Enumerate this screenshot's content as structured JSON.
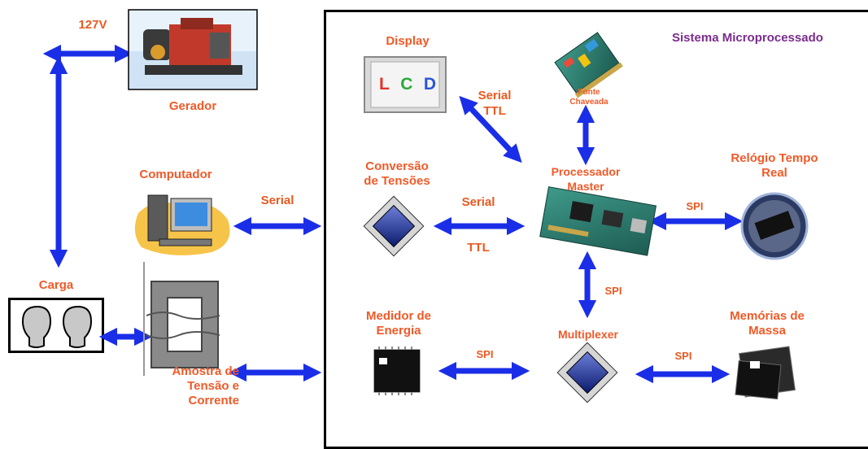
{
  "voltage": "127V",
  "generator": {
    "label": "Gerador"
  },
  "computer": {
    "label": "Computador"
  },
  "load": {
    "label": "Carga"
  },
  "sampler": {
    "label": "Amostra de\nTensão  e\nCorrente"
  },
  "system": {
    "title": "Sistema Microprocessado"
  },
  "display": {
    "label": "Display",
    "lcd": [
      "L",
      "C",
      "D"
    ]
  },
  "power_supply": {
    "label": "Fonte\nChaveada"
  },
  "processor": {
    "label": "Processador\nMaster"
  },
  "clock": {
    "label": "Relógio Tempo\nReal"
  },
  "converter": {
    "label": "Conversão\nde Tensões"
  },
  "meter": {
    "label": "Medidor de\nEnergia"
  },
  "multiplexer": {
    "label": "Multiplexer"
  },
  "memory": {
    "label": "Memórias de\nMassa"
  },
  "links": {
    "display_proc": "Serial\nTTL",
    "computer_system": "Serial",
    "converter_proc_top": "Serial",
    "converter_proc_bottom": "TTL",
    "proc_clock": "SPI",
    "proc_mux": "SPI",
    "meter_mux": "SPI",
    "mux_memory": "SPI"
  },
  "colors": {
    "arrow": "#1a2ee8",
    "label": "#f05a28",
    "title": "#7b2c8e"
  }
}
